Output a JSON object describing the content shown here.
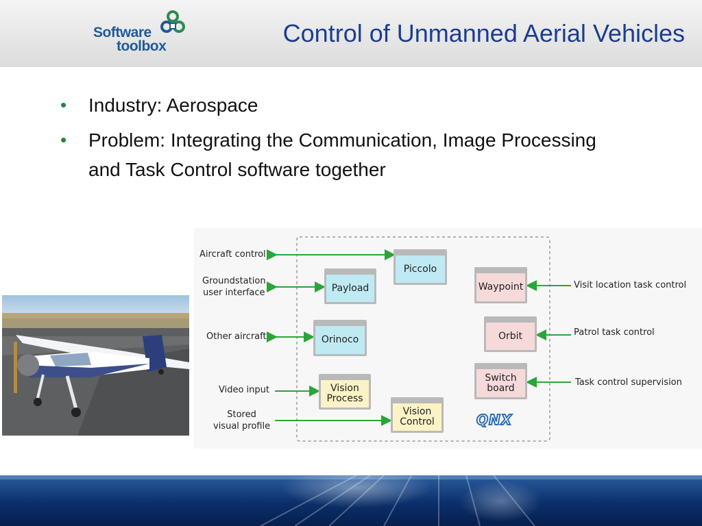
{
  "header": {
    "logo_line1": "Software",
    "logo_line2": "toolbox",
    "title": "Control of Unmanned Aerial Vehicles"
  },
  "bullets": [
    "Industry: Aerospace",
    "Problem: Integrating the Communication, Image Processing and Task Control software together"
  ],
  "diagram": {
    "left_labels": [
      "Aircraft control",
      "Groundstation\nuser interface",
      "Other aircraft",
      "Video input",
      "Stored\nvisual profile"
    ],
    "right_labels": [
      "Visit location task control",
      "Patrol task control",
      "Task control supervision"
    ],
    "boxes": {
      "piccolo": "Piccolo",
      "payload": "Payload",
      "orinoco": "Orinoco",
      "vision_process": "Vision\nProcess",
      "vision_control": "Vision\nControl",
      "waypoint": "Waypoint",
      "orbit": "Orbit",
      "switch_board": "Switch\nboard"
    },
    "qnx_logo": "QNX"
  },
  "colors": {
    "title": "#1b3d91",
    "bullet": "#1e8a3a",
    "arrow": "#2aa53a",
    "box_blue": "#bfeaf3",
    "box_pink": "#f6d9d9",
    "box_yellow": "#fbf3c6"
  }
}
